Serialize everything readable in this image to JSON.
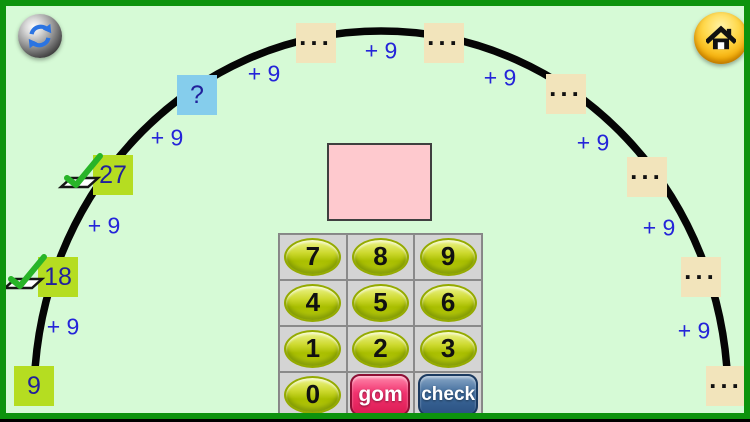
{
  "header": {
    "refresh_button": {
      "icon": "refresh"
    },
    "home_button": {
      "icon": "home"
    }
  },
  "sequence": {
    "step_label": "+ 9",
    "nodes": [
      {
        "label": "9",
        "type": "revealed",
        "checked": false
      },
      {
        "label": "18",
        "type": "revealed",
        "checked": true
      },
      {
        "label": "27",
        "type": "revealed",
        "checked": true
      },
      {
        "label": "?",
        "type": "current",
        "checked": false
      },
      {
        "label": "...",
        "type": "hidden"
      },
      {
        "label": "...",
        "type": "hidden"
      },
      {
        "label": "...",
        "type": "hidden"
      },
      {
        "label": "...",
        "type": "hidden"
      },
      {
        "label": "...",
        "type": "hidden"
      },
      {
        "label": "...",
        "type": "hidden"
      }
    ]
  },
  "answer_box": {
    "value": ""
  },
  "keypad": {
    "keys": [
      "7",
      "8",
      "9",
      "4",
      "5",
      "6",
      "1",
      "2",
      "3",
      "0"
    ],
    "erase_label": "gom",
    "check_label": "check"
  },
  "colors": {
    "background": "#d6fad6",
    "frame": "#0d930d",
    "arc": "#000000",
    "node_fill": "#b5dd21",
    "node_text": "#21219b",
    "current_fill": "#85cdec",
    "hidden_fill": "#f2e4bb",
    "step_text": "#2424d9",
    "answer_fill": "#fec9ce",
    "erase_button": "#f1326e",
    "check_button": "#3c6899",
    "checkmark": "#28b428"
  }
}
